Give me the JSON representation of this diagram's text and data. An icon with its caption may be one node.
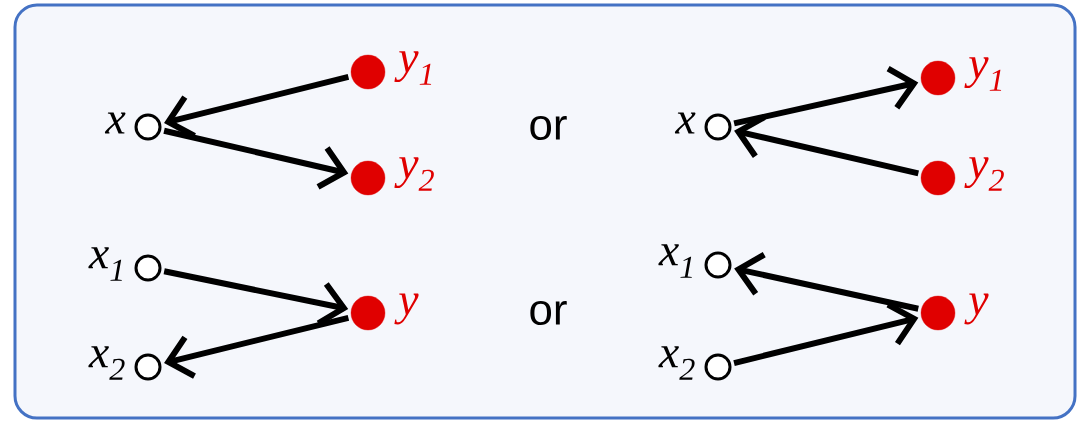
{
  "diagram": {
    "nodes": [
      {
        "text": [],
        "shape": "box"
      },
      {
        "text": [],
        "shape": "circle",
        "beside": [
          "x"
        ],
        "in": 0
      },
      {
        "text": [],
        "shape": "circle",
        "beside": [
          "y$_{1}$"
        ],
        "in": 0
      },
      {
        "text": [],
        "shape": "circle",
        "beside": [
          "y$_{2}$"
        ],
        "in": 0
      },
      {
        "text": [],
        "shape": "circle",
        "beside": [
          "x"
        ],
        "in": 0
      },
      {
        "text": [],
        "shape": "circle",
        "beside": [
          "y$_{1}$"
        ],
        "in": 0
      },
      {
        "text": [],
        "shape": "circle",
        "beside": [
          "y$_{2}$"
        ],
        "in": 0
      },
      {
        "text": [],
        "shape": "circle",
        "beside": [
          "x$_{1}$"
        ],
        "in": 0
      },
      {
        "text": [],
        "shape": "circle",
        "beside": [
          "x$_{2}$"
        ],
        "in": 0
      },
      {
        "text": [],
        "shape": "circle",
        "beside": [
          "y"
        ],
        "in": 0
      },
      {
        "text": [],
        "shape": "circle",
        "beside": [
          "x$_{1}$"
        ],
        "in": 0
      },
      {
        "text": [],
        "shape": "circle",
        "beside": [
          "x$_{2}$"
        ],
        "in": 0
      },
      {
        "text": [],
        "shape": "circle",
        "beside": [
          "y"
        ],
        "in": 0
      }
    ],
    "edges": [
      {
        "from": 2,
        "to": 1,
        "arrow": "to"
      },
      {
        "from": 1,
        "to": 3,
        "arrow": "to"
      },
      {
        "from": 4,
        "to": 5,
        "arrow": "to"
      },
      {
        "from": 6,
        "to": 4,
        "arrow": "to"
      },
      {
        "from": 7,
        "to": 9,
        "arrow": "to"
      },
      {
        "from": 9,
        "to": 8,
        "arrow": "to"
      },
      {
        "from": 12,
        "to": 10,
        "arrow": "to"
      },
      {
        "from": 11,
        "to": 12,
        "arrow": "to"
      }
    ],
    "labels": [
      "or",
      "or"
    ]
  }
}
